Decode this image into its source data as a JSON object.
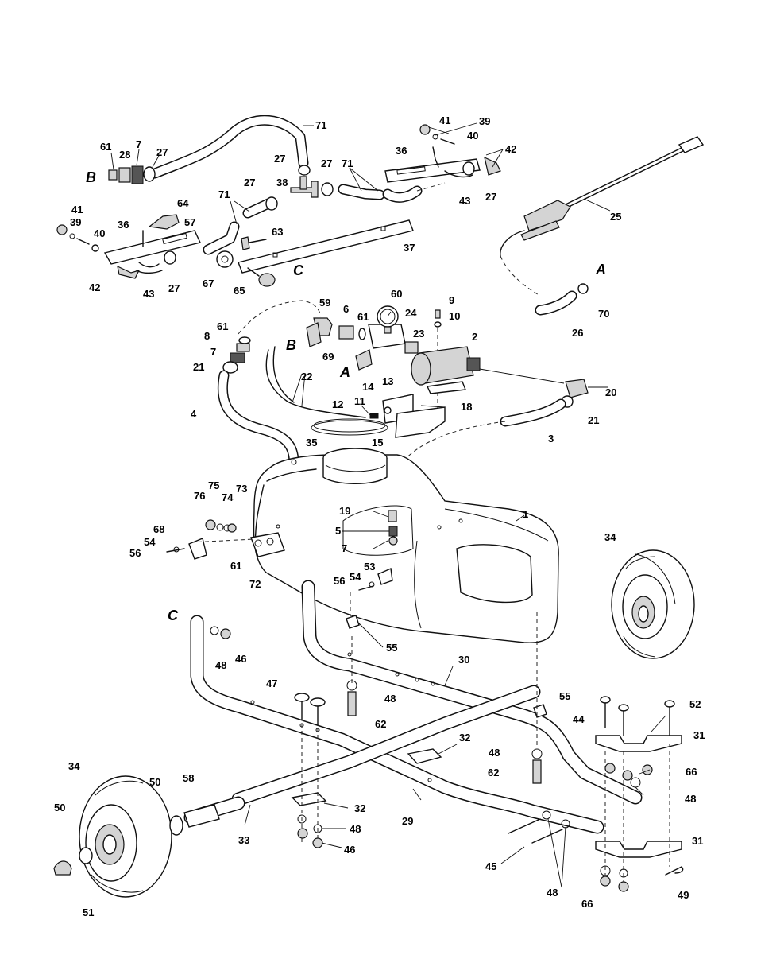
{
  "callouts": [
    {
      "id": "c71a",
      "text": "71"
    },
    {
      "id": "c61a",
      "text": "61"
    },
    {
      "id": "c7a",
      "text": "7"
    },
    {
      "id": "c28",
      "text": "28"
    },
    {
      "id": "c27a",
      "text": "27"
    },
    {
      "id": "c27b",
      "text": "27"
    },
    {
      "id": "c38",
      "text": "38"
    },
    {
      "id": "c27c",
      "text": "27"
    },
    {
      "id": "c71b",
      "text": "71"
    },
    {
      "id": "c27d",
      "text": "27"
    },
    {
      "id": "c71c",
      "text": "71"
    },
    {
      "id": "c41a",
      "text": "41"
    },
    {
      "id": "c39a",
      "text": "39"
    },
    {
      "id": "c40a",
      "text": "40"
    },
    {
      "id": "c36a",
      "text": "36"
    },
    {
      "id": "c64",
      "text": "64"
    },
    {
      "id": "c57",
      "text": "57"
    },
    {
      "id": "c42a",
      "text": "42"
    },
    {
      "id": "c43a",
      "text": "43"
    },
    {
      "id": "c27e",
      "text": "27"
    },
    {
      "id": "c67",
      "text": "67"
    },
    {
      "id": "c63",
      "text": "63"
    },
    {
      "id": "c65",
      "text": "65"
    },
    {
      "id": "c37",
      "text": "37"
    },
    {
      "id": "c41b",
      "text": "41"
    },
    {
      "id": "c39b",
      "text": "39"
    },
    {
      "id": "c40b",
      "text": "40"
    },
    {
      "id": "c36b",
      "text": "36"
    },
    {
      "id": "c42b",
      "text": "42"
    },
    {
      "id": "c43b",
      "text": "43"
    },
    {
      "id": "c27f",
      "text": "27"
    },
    {
      "id": "c25",
      "text": "25"
    },
    {
      "id": "c70",
      "text": "70"
    },
    {
      "id": "c26",
      "text": "26"
    },
    {
      "id": "c59",
      "text": "59"
    },
    {
      "id": "c6",
      "text": "6"
    },
    {
      "id": "c61b",
      "text": "61"
    },
    {
      "id": "c60",
      "text": "60"
    },
    {
      "id": "c24",
      "text": "24"
    },
    {
      "id": "c23",
      "text": "23"
    },
    {
      "id": "c9",
      "text": "9"
    },
    {
      "id": "c10",
      "text": "10"
    },
    {
      "id": "c2",
      "text": "2"
    },
    {
      "id": "c69",
      "text": "69"
    },
    {
      "id": "c61c",
      "text": "61"
    },
    {
      "id": "c8",
      "text": "8"
    },
    {
      "id": "c7b",
      "text": "7"
    },
    {
      "id": "c21a",
      "text": "21"
    },
    {
      "id": "c22",
      "text": "22"
    },
    {
      "id": "c14",
      "text": "14"
    },
    {
      "id": "c13",
      "text": "13"
    },
    {
      "id": "c11",
      "text": "11"
    },
    {
      "id": "c12",
      "text": "12"
    },
    {
      "id": "c18",
      "text": "18"
    },
    {
      "id": "c15",
      "text": "15"
    },
    {
      "id": "c20",
      "text": "20"
    },
    {
      "id": "c21b",
      "text": "21"
    },
    {
      "id": "c3",
      "text": "3"
    },
    {
      "id": "c4",
      "text": "4"
    },
    {
      "id": "c35",
      "text": "35"
    },
    {
      "id": "c75",
      "text": "75"
    },
    {
      "id": "c73",
      "text": "73"
    },
    {
      "id": "c76",
      "text": "76"
    },
    {
      "id": "c74",
      "text": "74"
    },
    {
      "id": "c68",
      "text": "68"
    },
    {
      "id": "c54a",
      "text": "54"
    },
    {
      "id": "c56a",
      "text": "56"
    },
    {
      "id": "c61d",
      "text": "61"
    },
    {
      "id": "c72",
      "text": "72"
    },
    {
      "id": "c19",
      "text": "19"
    },
    {
      "id": "c5",
      "text": "5"
    },
    {
      "id": "c7c",
      "text": "7"
    },
    {
      "id": "c1",
      "text": "1"
    },
    {
      "id": "c53",
      "text": "53"
    },
    {
      "id": "c54b",
      "text": "54"
    },
    {
      "id": "c56b",
      "text": "56"
    },
    {
      "id": "c55a",
      "text": "55"
    },
    {
      "id": "c34a",
      "text": "34"
    },
    {
      "id": "c48a",
      "text": "48"
    },
    {
      "id": "c46a",
      "text": "46"
    },
    {
      "id": "c30",
      "text": "30"
    },
    {
      "id": "c47",
      "text": "47"
    },
    {
      "id": "c48b",
      "text": "48"
    },
    {
      "id": "c62a",
      "text": "62"
    },
    {
      "id": "c55b",
      "text": "55"
    },
    {
      "id": "c44",
      "text": "44"
    },
    {
      "id": "c52",
      "text": "52"
    },
    {
      "id": "c31a",
      "text": "31"
    },
    {
      "id": "c32a",
      "text": "32"
    },
    {
      "id": "c48c",
      "text": "48"
    },
    {
      "id": "c62b",
      "text": "62"
    },
    {
      "id": "c66a",
      "text": "66"
    },
    {
      "id": "c48d",
      "text": "48"
    },
    {
      "id": "c34b",
      "text": "34"
    },
    {
      "id": "c50a",
      "text": "50"
    },
    {
      "id": "c58",
      "text": "58"
    },
    {
      "id": "c50b",
      "text": "50"
    },
    {
      "id": "c32b",
      "text": "32"
    },
    {
      "id": "c29",
      "text": "29"
    },
    {
      "id": "c48e",
      "text": "48"
    },
    {
      "id": "c33",
      "text": "33"
    },
    {
      "id": "c46b",
      "text": "46"
    },
    {
      "id": "c31b",
      "text": "31"
    },
    {
      "id": "c45",
      "text": "45"
    },
    {
      "id": "c51",
      "text": "51"
    },
    {
      "id": "c48f",
      "text": "48"
    },
    {
      "id": "c66b",
      "text": "66"
    },
    {
      "id": "c49",
      "text": "49"
    }
  ],
  "reference_letters": [
    {
      "id": "lB1",
      "text": "B"
    },
    {
      "id": "lC1",
      "text": "C"
    },
    {
      "id": "lA1",
      "text": "A"
    },
    {
      "id": "lB2",
      "text": "B"
    },
    {
      "id": "lA2",
      "text": "A"
    },
    {
      "id": "lC2",
      "text": "C"
    }
  ]
}
